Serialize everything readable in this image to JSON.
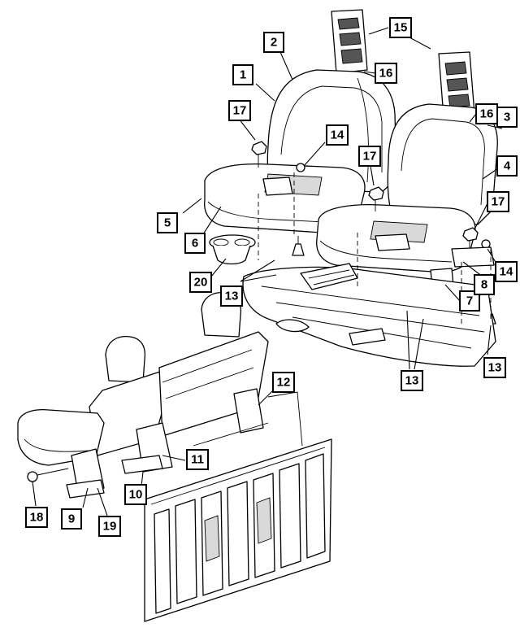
{
  "callouts": [
    {
      "id": "c1",
      "label": "1"
    },
    {
      "id": "c2",
      "label": "2"
    },
    {
      "id": "c3",
      "label": "3"
    },
    {
      "id": "c4",
      "label": "4"
    },
    {
      "id": "c5",
      "label": "5"
    },
    {
      "id": "c6",
      "label": "6"
    },
    {
      "id": "c7",
      "label": "7"
    },
    {
      "id": "c8",
      "label": "8"
    },
    {
      "id": "c9",
      "label": "9"
    },
    {
      "id": "c10",
      "label": "10"
    },
    {
      "id": "c11",
      "label": "11"
    },
    {
      "id": "c12",
      "label": "12"
    },
    {
      "id": "c13a",
      "label": "13"
    },
    {
      "id": "c13b",
      "label": "13"
    },
    {
      "id": "c13c",
      "label": "13"
    },
    {
      "id": "c14a",
      "label": "14"
    },
    {
      "id": "c14b",
      "label": "14"
    },
    {
      "id": "c15",
      "label": "15"
    },
    {
      "id": "c16a",
      "label": "16"
    },
    {
      "id": "c16b",
      "label": "16"
    },
    {
      "id": "c17a",
      "label": "17"
    },
    {
      "id": "c17b",
      "label": "17"
    },
    {
      "id": "c17c",
      "label": "17"
    },
    {
      "id": "c18",
      "label": "18"
    },
    {
      "id": "c19",
      "label": "19"
    },
    {
      "id": "c20",
      "label": "20"
    }
  ]
}
